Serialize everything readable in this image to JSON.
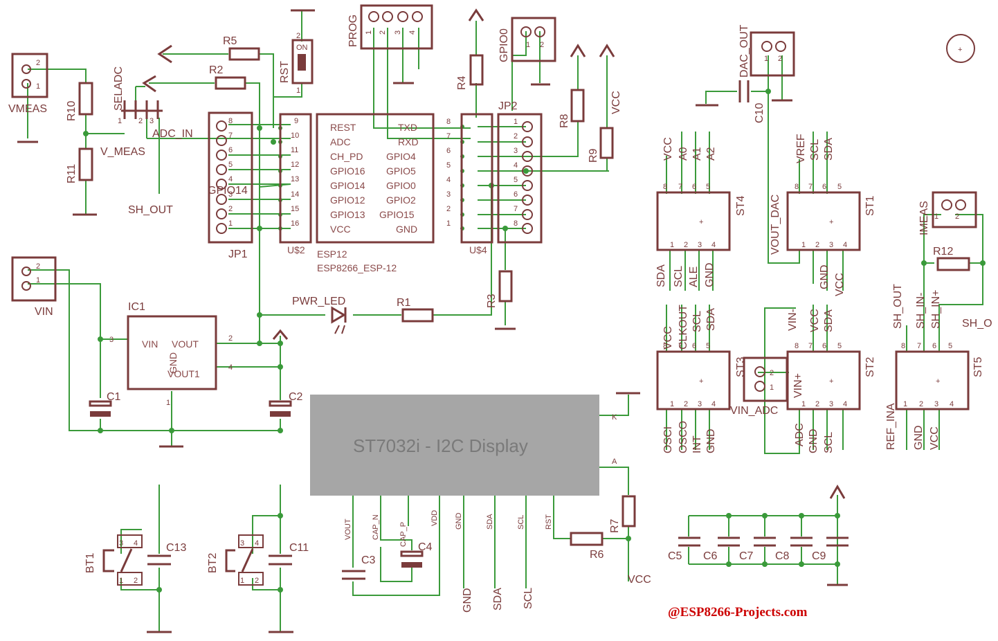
{
  "labels": {
    "vmeas": "VMEAS",
    "vin": "VIN",
    "r10": "R10",
    "r11": "R11",
    "r5": "R5",
    "r2": "R2",
    "seladc": "SELADC",
    "adc_in": "ADC_IN",
    "v_meas": "V_MEAS",
    "sh_out": "SH_OUT",
    "rst": "RST",
    "on": "ON",
    "prog": "PROG",
    "r4": "R4",
    "gpio0": "GPIO0",
    "gpio14": "GPIO14",
    "jp1": "JP1",
    "jp2": "JP2",
    "u2": "U$2",
    "u4": "U$4",
    "esp12": "ESP12",
    "esp_full": "ESP8266_ESP-12",
    "r8": "R8",
    "r9": "R9",
    "vcc": "VCC",
    "r3": "R3",
    "r1": "R1",
    "pwr_led": "PWR_LED",
    "ic1": "IC1",
    "ic_vin": "VIN",
    "ic_vout": "VOUT",
    "ic_gnd": "GND",
    "ic_vout1": "VOUT1",
    "c1": "C1",
    "c2": "C2",
    "dac_out": "DAC_OUT",
    "c10": "C10",
    "vout_dac": "VOUT_DAC",
    "st4": "ST4",
    "st1": "ST1",
    "st3": "ST3",
    "st2": "ST2",
    "st5": "ST5",
    "imeas": "IMEAS",
    "r12": "R12",
    "vin_adc": "VIN_ADC",
    "r7": "R7",
    "r6": "R6",
    "c3": "C3",
    "c4": "C4",
    "c11": "C11",
    "c13": "C13",
    "bt1": "BT1",
    "bt2": "BT2",
    "k": "K",
    "a": "A",
    "c5": "C5",
    "c6": "C6",
    "c7": "C7",
    "c8": "C8",
    "c9": "C9",
    "gnd": "GND",
    "sda": "SDA",
    "scl": "SCL"
  },
  "esp_left_pins": [
    "REST",
    "ADC",
    "CH_PD",
    "GPIO16",
    "GPIO14",
    "GPIO12",
    "GPIO13",
    "VCC"
  ],
  "esp_right_pins": [
    "TXD",
    "RXD",
    "GPIO4",
    "GPIO5",
    "GPIO0",
    "GPIO2",
    "GPIO15",
    "GND"
  ],
  "prog_pins": [
    "1",
    "2",
    "3",
    "4"
  ],
  "display": {
    "title": "ST7032i - I2C Display",
    "pins": [
      "VOUT",
      "CAP_N",
      "CAP_P",
      "VDD",
      "GND",
      "SDA",
      "SCL",
      "RST"
    ]
  },
  "st4_top": [
    "VCC",
    "A0",
    "A1",
    "A2"
  ],
  "st4_bottom": [
    "SDA",
    "SCL",
    "ALE",
    "GND"
  ],
  "st1_top": [
    "VREF",
    "SCL",
    "SDA"
  ],
  "st1_bottom": [
    "GND",
    "VCC"
  ],
  "st3_top": [
    "VCC",
    "CLKOUT",
    "SCL",
    "SDA"
  ],
  "st3_bottom": [
    "OSCI",
    "OSCO",
    "INT",
    "GND"
  ],
  "st2_top": [
    "VIN-",
    "VCC",
    "SDA"
  ],
  "st2_bottom": [
    "ADC",
    "VIN+",
    "GND",
    "SCL"
  ],
  "st5_top": [
    "SH_OUT",
    "SH_IN-",
    "SH_IN+",
    "SH_O"
  ],
  "st5_bottom": [
    "REF_INA",
    "GND",
    "VCC"
  ],
  "watermark": "@ESP8266-Projects.com",
  "colors": {
    "component": "#7a3b3b",
    "wire": "#3a9a3a",
    "display_fill": "#a6a6a6",
    "watermark": "#cc0000"
  }
}
